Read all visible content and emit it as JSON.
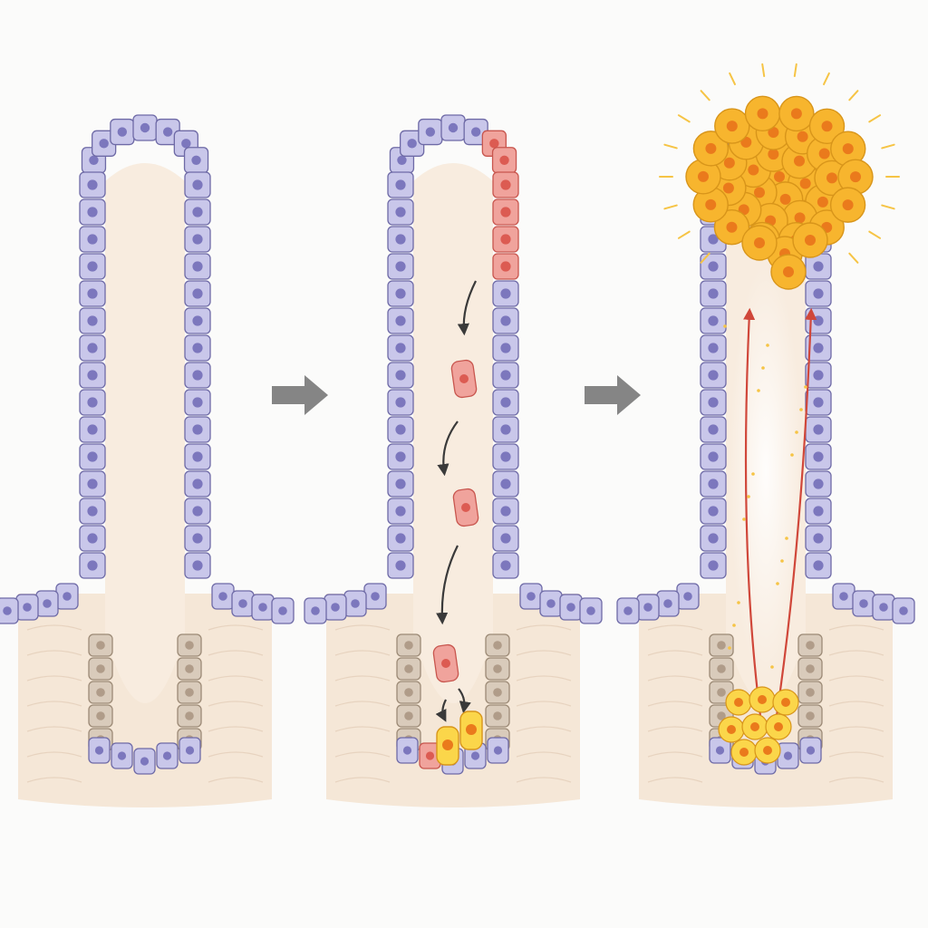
{
  "diagram": {
    "panels": [
      {
        "id": "normal-villus",
        "stage": "normal",
        "labels": []
      },
      {
        "id": "migration-villus",
        "stage": "migration",
        "labels": []
      },
      {
        "id": "tumor-villus",
        "stage": "tumor",
        "labels": []
      }
    ],
    "transition_arrows": 2,
    "colors": {
      "background": "#fbfbfa",
      "tissue": "#f5e7d7",
      "lumen": "#f8ecdf",
      "epithelial_cell": "#c9c7ea",
      "epithelial_outline": "#6e6aa6",
      "nucleus": "#7c77bd",
      "crypt_cell": "#d9cbbb",
      "crypt_outline": "#9c8a76",
      "crypt_nucleus": "#b09c89",
      "mutant_cell": "#f0a39c",
      "mutant_outline": "#c8564e",
      "mutant_nucleus": "#dc5b52",
      "tumor_cell": "#f7b52e",
      "tumor_outline": "#d8951a",
      "tumor_nucleus": "#ea7a1c",
      "crypt_tumor_cell": "#fbd64a",
      "flow_arrow": "#d0473a",
      "migration_arrow": "#3a3a3a",
      "transition_arrow": "#858585",
      "glow": "#f6c445"
    }
  }
}
